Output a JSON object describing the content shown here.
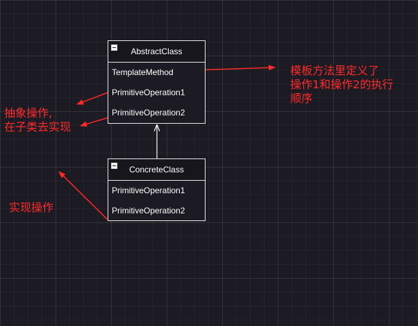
{
  "abstract_class": {
    "name": "AbstractClass",
    "methods": [
      "TemplateMethod",
      "PrimitiveOperation1",
      "PrimitiveOperation2"
    ]
  },
  "concrete_class": {
    "name": "ConcreteClass",
    "methods": [
      "PrimitiveOperation1",
      "PrimitiveOperation2"
    ]
  },
  "notes": {
    "template_method": [
      "模板方法里定义了",
      "操作1和操作2的执行",
      "顺序"
    ],
    "abstract_ops": [
      "抽象操作,",
      "在子类去实现"
    ],
    "implement_ops": "实现操作"
  },
  "colors": {
    "background": "#1c1a22",
    "class_border": "#e8e8e8",
    "class_text": "#ffffff",
    "annotation": "#ff2a2a",
    "inheritance_arrow": "#ffffff"
  }
}
